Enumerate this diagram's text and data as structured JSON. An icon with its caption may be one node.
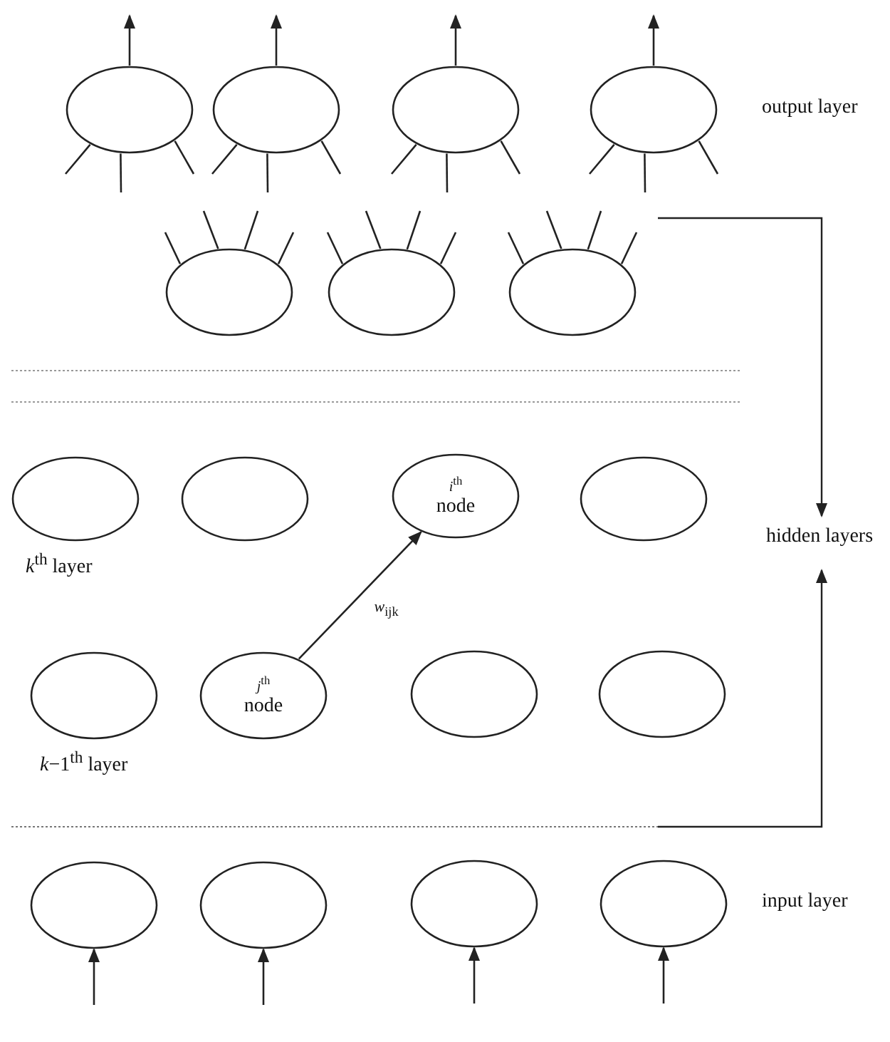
{
  "diagram": {
    "nodes": [
      {
        "text": [],
        "shape": "ellipse"
      },
      {
        "text": [],
        "shape": "ellipse"
      },
      {
        "text": [],
        "shape": "ellipse"
      },
      {
        "text": [],
        "shape": "ellipse"
      },
      {
        "text": [],
        "shape": "ellipse"
      },
      {
        "text": [],
        "shape": "ellipse"
      },
      {
        "text": [],
        "shape": "ellipse"
      },
      {
        "text": [],
        "shape": "ellipse"
      },
      {
        "text": [],
        "shape": "ellipse"
      },
      {
        "text": [
          "*i*$^{th}$",
          "node"
        ]
      },
      {
        "text": [],
        "shape": "ellipse"
      },
      {
        "text": [],
        "shape": "ellipse"
      },
      {
        "text": [
          "*j*$^{th}$",
          "node"
        ]
      },
      {
        "text": [],
        "shape": "ellipse"
      },
      {
        "text": [],
        "shape": "ellipse"
      },
      {
        "text": [],
        "shape": "ellipse"
      },
      {
        "text": [],
        "shape": "ellipse"
      },
      {
        "text": [],
        "shape": "ellipse"
      },
      {
        "text": [],
        "shape": "ellipse"
      }
    ],
    "edges": [
      {
        "from": 0,
        "to": null,
        "arrow": "to"
      },
      {
        "from": 1,
        "to": null,
        "arrow": "to"
      },
      {
        "from": 2,
        "to": null,
        "arrow": "to"
      },
      {
        "from": 3,
        "to": null,
        "arrow": "to"
      },
      {
        "from": 0,
        "to": null,
        "arrow": "none"
      },
      {
        "from": 0,
        "to": null,
        "arrow": "none"
      },
      {
        "from": 0,
        "to": null,
        "arrow": "none"
      },
      {
        "from": 1,
        "to": null,
        "arrow": "none"
      },
      {
        "from": 1,
        "to": null,
        "arrow": "none"
      },
      {
        "from": 1,
        "to": null,
        "arrow": "none"
      },
      {
        "from": 2,
        "to": null,
        "arrow": "none"
      },
      {
        "from": 2,
        "to": null,
        "arrow": "none"
      },
      {
        "from": 2,
        "to": null,
        "arrow": "none"
      },
      {
        "from": 3,
        "to": null,
        "arrow": "none"
      },
      {
        "from": 3,
        "to": null,
        "arrow": "none"
      },
      {
        "from": 3,
        "to": null,
        "arrow": "none"
      },
      {
        "from": null,
        "to": 4,
        "arrow": "none"
      },
      {
        "from": null,
        "to": 4,
        "arrow": "none"
      },
      {
        "from": null,
        "to": 4,
        "arrow": "none"
      },
      {
        "from": null,
        "to": 4,
        "arrow": "none"
      },
      {
        "from": null,
        "to": 5,
        "arrow": "none"
      },
      {
        "from": null,
        "to": 5,
        "arrow": "none"
      },
      {
        "from": null,
        "to": 5,
        "arrow": "none"
      },
      {
        "from": null,
        "to": 5,
        "arrow": "none"
      },
      {
        "from": null,
        "to": 6,
        "arrow": "none"
      },
      {
        "from": null,
        "to": 6,
        "arrow": "none"
      },
      {
        "from": null,
        "to": 6,
        "arrow": "none"
      },
      {
        "from": null,
        "to": 6,
        "arrow": "none"
      },
      {
        "from": 12,
        "to": 9,
        "arrow": "to",
        "label": "*w*$_{ijk}$"
      },
      {
        "from": null,
        "to": 15,
        "arrow": "to"
      },
      {
        "from": null,
        "to": 16,
        "arrow": "to"
      },
      {
        "from": null,
        "to": 17,
        "arrow": "to"
      },
      {
        "from": null,
        "to": 18,
        "arrow": "to"
      }
    ],
    "labels": [
      "output layer",
      "hidden layers",
      "*k*$^{th}$ layer",
      "*k*−1$^{th}$ layer",
      "input layer"
    ]
  }
}
